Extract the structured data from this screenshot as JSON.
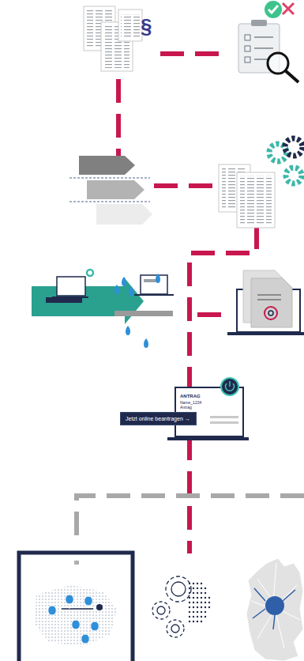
{
  "diagram": {
    "nodes": [
      {
        "text": [
          "ANTRAG",
          "Name_1234",
          "Antrag"
        ]
      },
      {
        "text": [
          "Jetzt online beantragen →"
        ]
      }
    ],
    "labels": [
      "§"
    ]
  }
}
